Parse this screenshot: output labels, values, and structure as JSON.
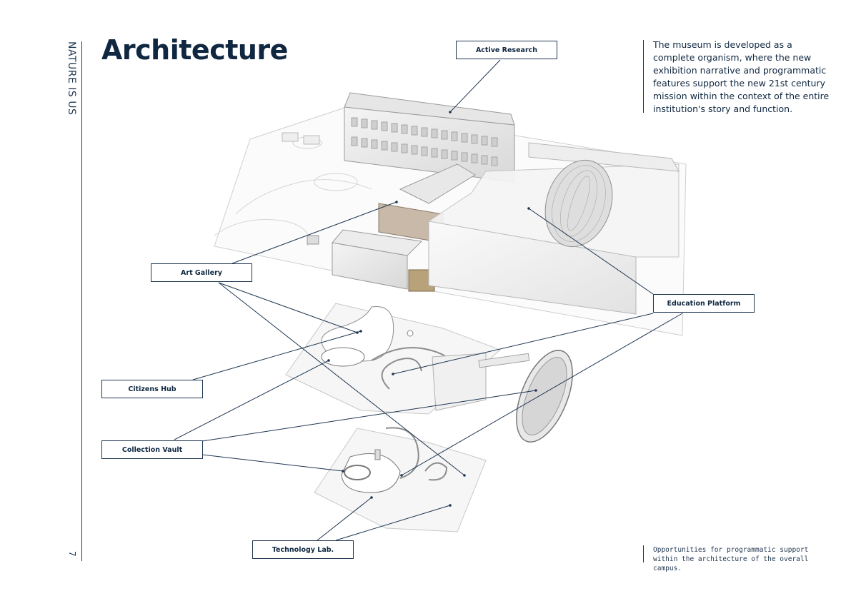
{
  "sidebar": {
    "running_title": "NATURE IS US",
    "page_number": "7"
  },
  "page": {
    "title": "Architecture"
  },
  "intro": {
    "text": "The museum is developed as a complete organism, where the new exhibition narrative and programmatic features support the new 21st century mission within the context of the entire institution's story and function."
  },
  "caption": {
    "text": "Opportunities for programmatic support within the architecture of the overall campus."
  },
  "labels": {
    "active_research": "Active Research",
    "art_gallery": "Art Gallery",
    "education_platform": "Education Platform",
    "citizens_hub": "Citizens Hub",
    "collection_vault": "Collection Vault",
    "technology_lab": "Technology Lab."
  }
}
